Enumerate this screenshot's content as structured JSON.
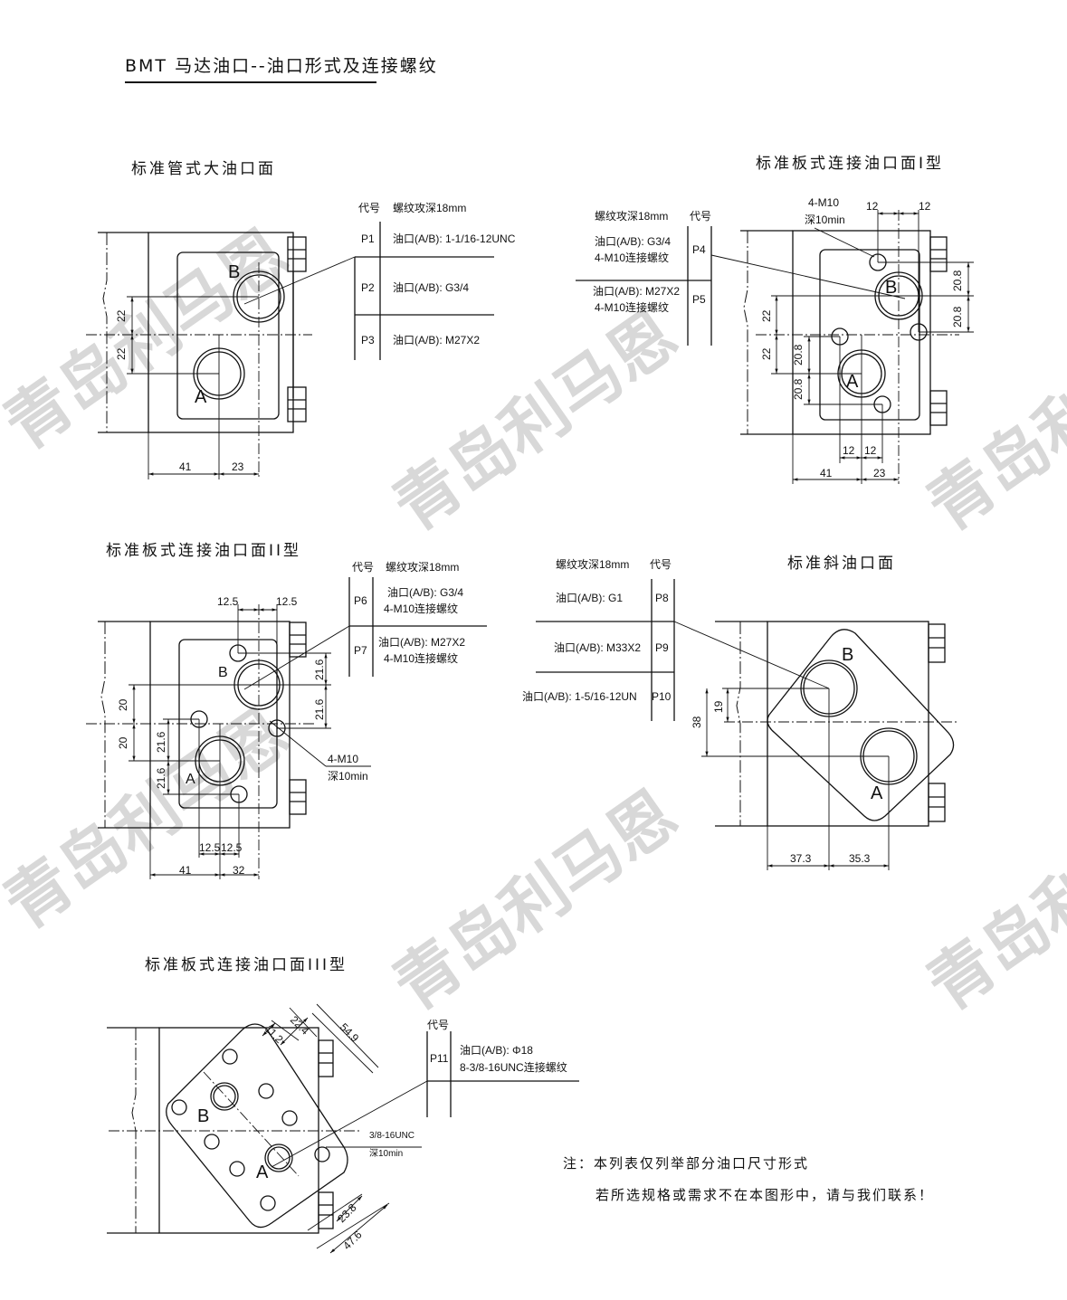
{
  "page_title": "BMT 马达油口--油口形式及连接螺纹",
  "watermark": "青岛利马恩",
  "sections": {
    "s1": {
      "title": "标准管式大油口面",
      "table": {
        "col_code": "代号",
        "col_thread": "螺纹攻深18mm",
        "rows": [
          {
            "code": "P1",
            "line1": "油口(A/B): 1-1/16-12UNC",
            "line2": ""
          },
          {
            "code": "P2",
            "line1": "油口(A/B): G3/4",
            "line2": ""
          },
          {
            "code": "P3",
            "line1": "油口(A/B): M27X2",
            "line2": ""
          }
        ]
      },
      "labels": {
        "a": "A",
        "b": "B",
        "d1": "22",
        "d2": "22",
        "d3": "41",
        "d4": "23"
      }
    },
    "s2": {
      "title": "标准板式连接油口面I型",
      "table": {
        "col_code": "代号",
        "col_thread": "螺纹攻深18mm",
        "rows": [
          {
            "code": "P4",
            "line1": "油口(A/B): G3/4",
            "line2": "4-M10连接螺纹"
          },
          {
            "code": "P5",
            "line1": "油口(A/B): M27X2",
            "line2": "4-M10连接螺纹"
          }
        ]
      },
      "labels": {
        "a": "A",
        "b": "B",
        "bolt1": "4-M10",
        "bolt2": "深10min",
        "d12a": "12",
        "d12b": "12",
        "d208a": "20.8",
        "d208b": "20.8",
        "d208c": "20.8",
        "d208d": "20.8",
        "d22a": "22",
        "d22b": "22",
        "d12c": "12",
        "d12d": "12",
        "d41": "41",
        "d23": "23"
      }
    },
    "s3": {
      "title": "标准板式连接油口面II型",
      "table": {
        "col_code": "代号",
        "col_thread": "螺纹攻深18mm",
        "rows": [
          {
            "code": "P6",
            "line1": "油口(A/B): G3/4",
            "line2": "4-M10连接螺纹"
          },
          {
            "code": "P7",
            "line1": "油口(A/B): M27X2",
            "line2": "4-M10连接螺纹"
          }
        ]
      },
      "labels": {
        "a": "A",
        "b": "B",
        "d125a": "12.5",
        "d125b": "12.5",
        "d216a": "21.6",
        "d216b": "21.6",
        "d216c": "21.6",
        "d216d": "21.6",
        "d20a": "20",
        "d20b": "20",
        "bolt1": "4-M10",
        "bolt2": "深10min",
        "d125c": "12.5",
        "d125d": "12.5",
        "d41": "41",
        "d32": "32"
      }
    },
    "s4": {
      "title": "标准斜油口面",
      "table": {
        "col_code": "代号",
        "col_thread": "螺纹攻深18mm",
        "rows": [
          {
            "code": "P8",
            "line1": "油口(A/B): G1",
            "line2": ""
          },
          {
            "code": "P9",
            "line1": "油口(A/B): M33X2",
            "line2": ""
          },
          {
            "code": "P10",
            "line1": "油口(A/B): 1-5/16-12UN",
            "line2": ""
          }
        ]
      },
      "labels": {
        "a": "A",
        "b": "B",
        "d19": "19",
        "d38": "38",
        "d373": "37.3",
        "d353": "35.3"
      }
    },
    "s5": {
      "title": "标准板式连接油口面III型",
      "table": {
        "col_code": "代号",
        "rows": [
          {
            "code": "P11",
            "line1": "油口(A/B): Φ18",
            "line2": "8-3/8-16UNC连接螺纹"
          }
        ]
      },
      "labels": {
        "a": "A",
        "b": "B",
        "d112": "11.2",
        "d224": "22.4",
        "d549": "54.9",
        "d238": "23.8",
        "d476": "47.6",
        "bolt1": "3/8-16UNC",
        "bolt2": "深10min"
      }
    }
  },
  "note": {
    "line1": "注：本列表仅列举部分油口尺寸形式",
    "line2": "若所选规格或需求不在本图形中，请与我们联系！"
  }
}
